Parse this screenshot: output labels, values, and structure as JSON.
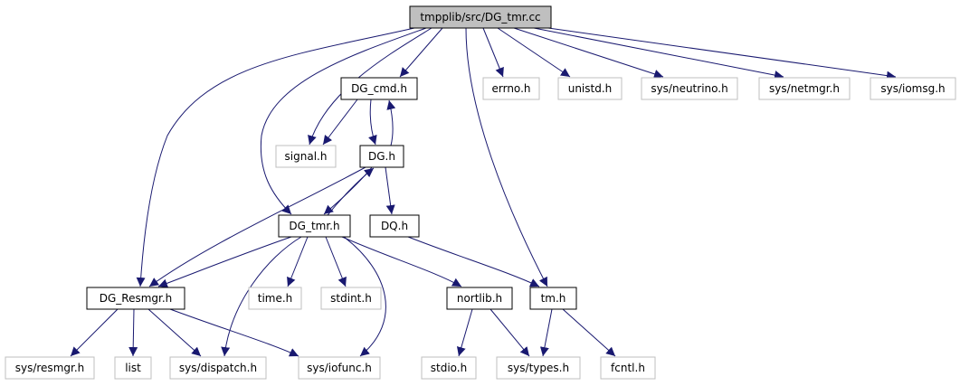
{
  "graph": {
    "nodes": [
      {
        "id": "root",
        "label": "tmpplib/src/DG_tmr.cc",
        "kind": "root"
      },
      {
        "id": "dg_cmd",
        "label": "DG_cmd.h",
        "kind": "documented"
      },
      {
        "id": "errno",
        "label": "errno.h",
        "kind": "external"
      },
      {
        "id": "unistd",
        "label": "unistd.h",
        "kind": "external"
      },
      {
        "id": "neutrino",
        "label": "sys/neutrino.h",
        "kind": "external"
      },
      {
        "id": "netmgr",
        "label": "sys/netmgr.h",
        "kind": "external"
      },
      {
        "id": "iomsg",
        "label": "sys/iomsg.h",
        "kind": "external"
      },
      {
        "id": "signal",
        "label": "signal.h",
        "kind": "external"
      },
      {
        "id": "dg",
        "label": "DG.h",
        "kind": "documented"
      },
      {
        "id": "dg_tmr",
        "label": "DG_tmr.h",
        "kind": "documented"
      },
      {
        "id": "dq",
        "label": "DQ.h",
        "kind": "documented"
      },
      {
        "id": "dg_resmgr",
        "label": "DG_Resmgr.h",
        "kind": "documented"
      },
      {
        "id": "time",
        "label": "time.h",
        "kind": "external"
      },
      {
        "id": "stdint",
        "label": "stdint.h",
        "kind": "external"
      },
      {
        "id": "nortlib",
        "label": "nortlib.h",
        "kind": "documented"
      },
      {
        "id": "tm",
        "label": "tm.h",
        "kind": "documented"
      },
      {
        "id": "resmgr",
        "label": "sys/resmgr.h",
        "kind": "external"
      },
      {
        "id": "list",
        "label": "list",
        "kind": "external"
      },
      {
        "id": "dispatch",
        "label": "sys/dispatch.h",
        "kind": "external"
      },
      {
        "id": "iofunc",
        "label": "sys/iofunc.h",
        "kind": "external"
      },
      {
        "id": "stdio",
        "label": "stdio.h",
        "kind": "external"
      },
      {
        "id": "types",
        "label": "sys/types.h",
        "kind": "external"
      },
      {
        "id": "fcntl",
        "label": "fcntl.h",
        "kind": "external"
      }
    ],
    "edges": [
      [
        "root",
        "dg_cmd"
      ],
      [
        "root",
        "errno"
      ],
      [
        "root",
        "unistd"
      ],
      [
        "root",
        "neutrino"
      ],
      [
        "root",
        "netmgr"
      ],
      [
        "root",
        "iomsg"
      ],
      [
        "root",
        "signal"
      ],
      [
        "root",
        "dg_tmr"
      ],
      [
        "root",
        "dg_resmgr"
      ],
      [
        "root",
        "tm"
      ],
      [
        "dg_cmd",
        "signal"
      ],
      [
        "dg_cmd",
        "dg"
      ],
      [
        "dg",
        "dg_cmd"
      ],
      [
        "dg",
        "dg_tmr"
      ],
      [
        "dg",
        "dq"
      ],
      [
        "dg",
        "dg_resmgr"
      ],
      [
        "dg_tmr",
        "dg"
      ],
      [
        "dg_tmr",
        "dg_resmgr"
      ],
      [
        "dg_tmr",
        "time"
      ],
      [
        "dg_tmr",
        "stdint"
      ],
      [
        "dg_tmr",
        "nortlib"
      ],
      [
        "dg_tmr",
        "dispatch"
      ],
      [
        "dg_tmr",
        "iofunc"
      ],
      [
        "dq",
        "tm"
      ],
      [
        "dg_resmgr",
        "resmgr"
      ],
      [
        "dg_resmgr",
        "list"
      ],
      [
        "dg_resmgr",
        "dispatch"
      ],
      [
        "dg_resmgr",
        "iofunc"
      ],
      [
        "nortlib",
        "stdio"
      ],
      [
        "nortlib",
        "types"
      ],
      [
        "tm",
        "types"
      ],
      [
        "tm",
        "fcntl"
      ]
    ]
  },
  "colors": {
    "edge": "#191970",
    "root_fill": "#bfbfbf",
    "root_border": "#000000",
    "documented_fill": "#ffffff",
    "documented_border": "#000000",
    "external_fill": "#ffffff",
    "external_border": "#bfbfbf",
    "text": "#000000"
  }
}
